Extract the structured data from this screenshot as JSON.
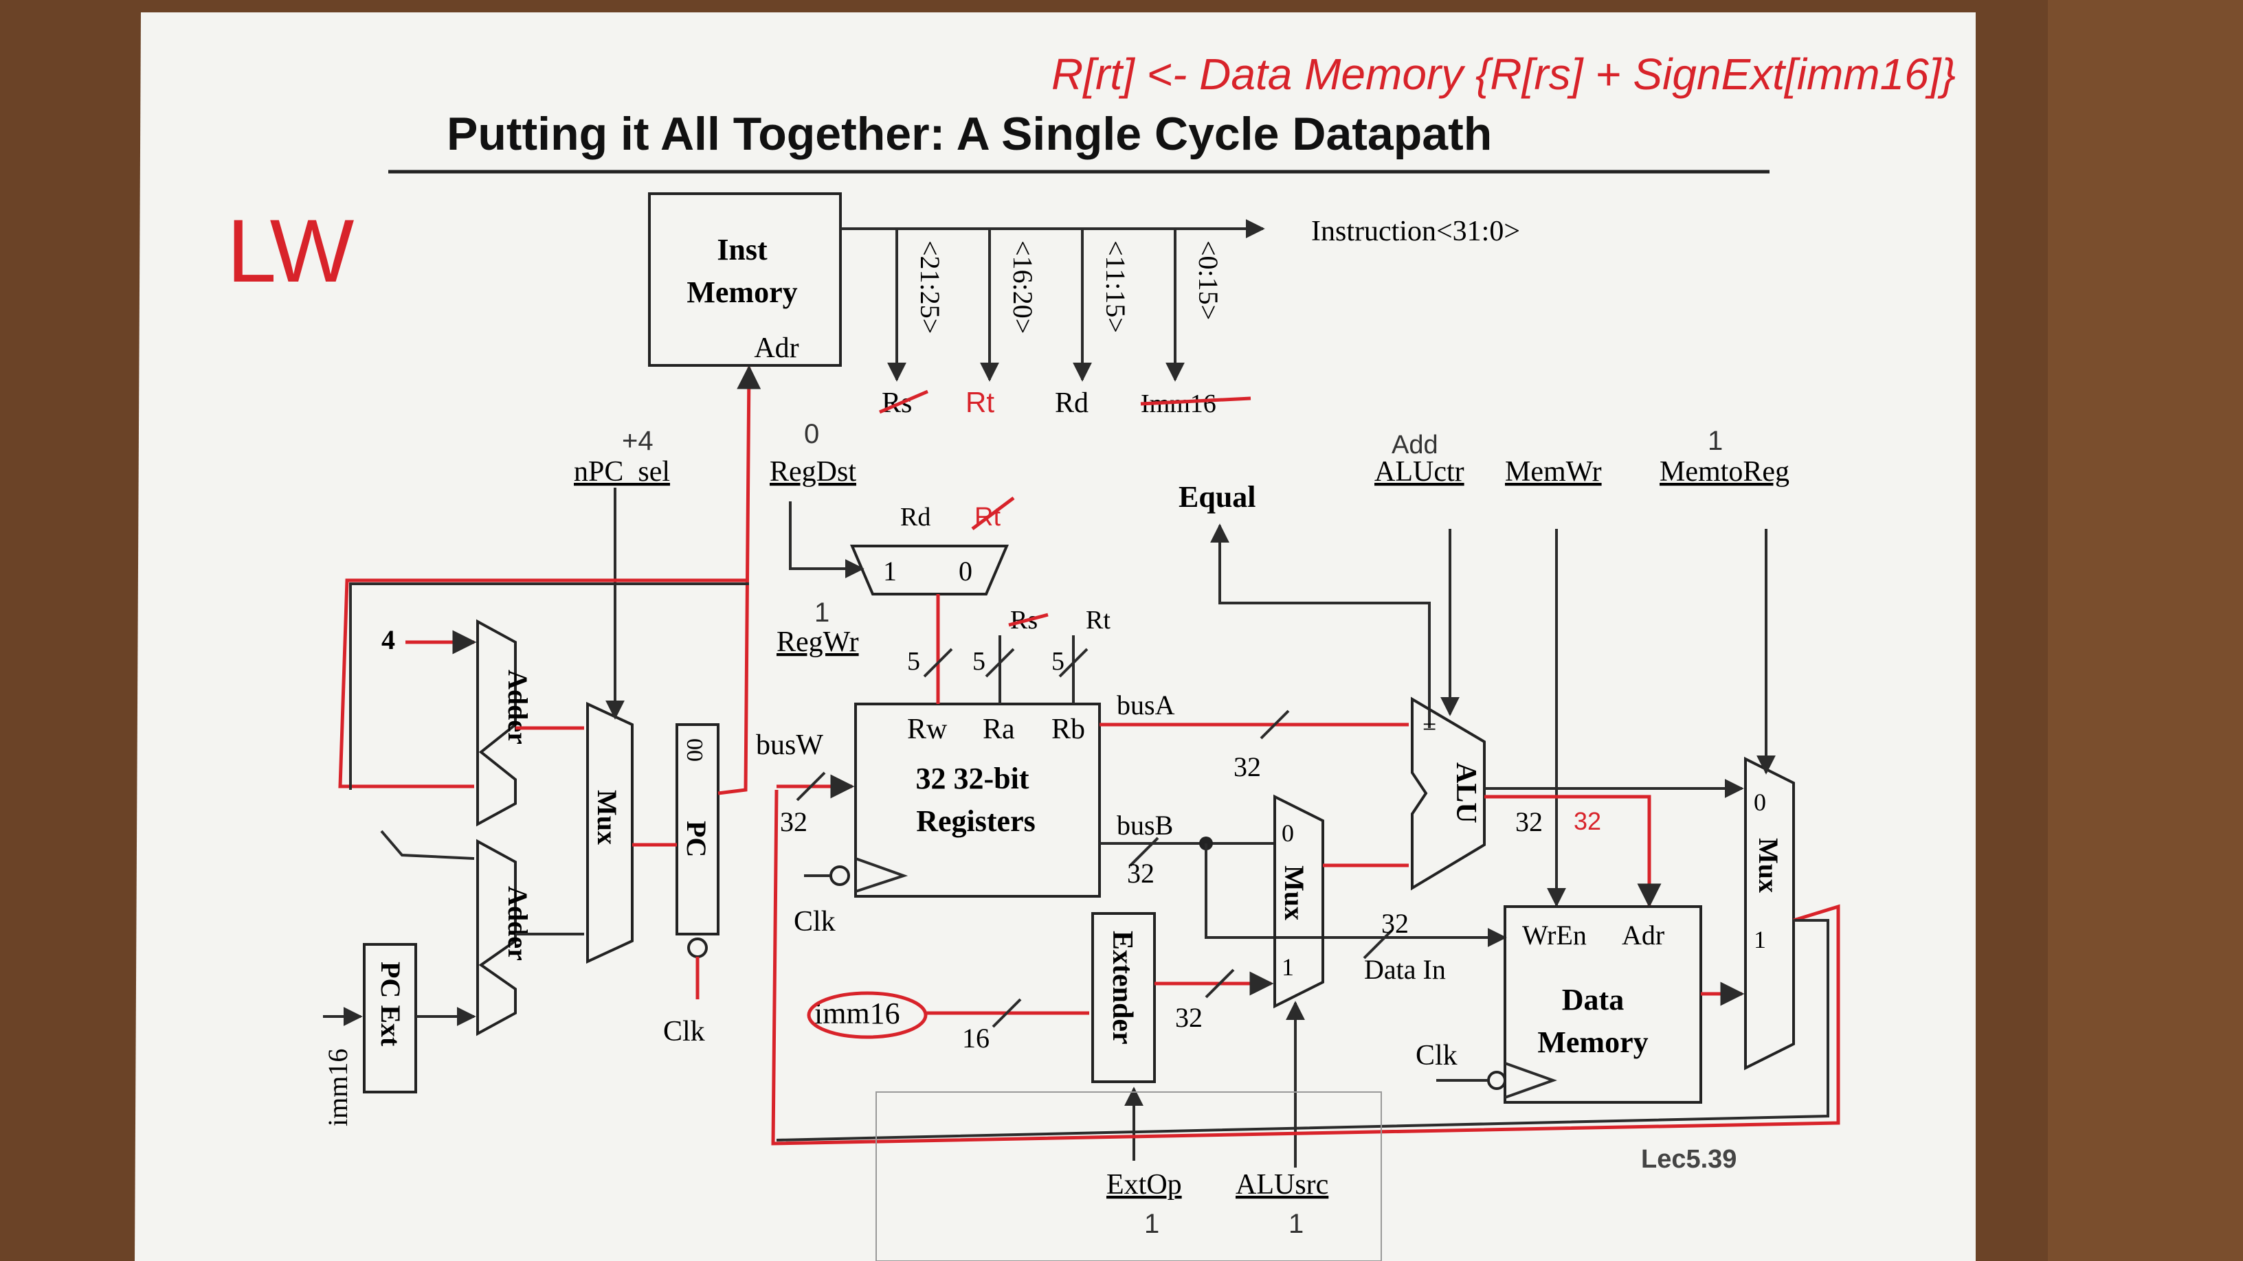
{
  "title": "Putting it All Together: A Single Cycle Datapath",
  "annotation_top": "R[rt] <- Data Memory {R[rs] + SignExt[imm16]}",
  "annotation_lw": "LW",
  "inst_memory": {
    "line1": "Inst",
    "line2": "Memory",
    "adr": "Adr"
  },
  "instruction_bus": "Instruction<31:0>",
  "fields": [
    "<21:25>",
    "<16:20>",
    "<11:15>",
    "<0:15>"
  ],
  "field_names": {
    "rs": "Rs",
    "rt": "Rt",
    "rd": "Rd",
    "imm16": "Imm16"
  },
  "controls": {
    "npc_sel": "nPC_sel",
    "npc_sel_value": "+4",
    "regdst": "RegDst",
    "regdst_value": "0",
    "regwr": "RegWr",
    "regwr_value": "1",
    "equal": "Equal",
    "aluctr": "ALUctr",
    "aluctr_value": "Add",
    "memwr": "MemWr",
    "memtoreg": "MemtoReg",
    "memtoreg_value": "1",
    "extop": "ExtOp",
    "extop_value": "1",
    "alusrc": "ALUsrc",
    "alusrc_value": "1"
  },
  "regdst_mux": {
    "rd": "Rd",
    "rt": "Rt",
    "one": "1",
    "zero": "0"
  },
  "reg_inputs": {
    "rs": "Rs",
    "rt": "Rt",
    "five_a": "5",
    "five_b": "5",
    "five_c": "5"
  },
  "registers": {
    "rw": "Rw",
    "ra": "Ra",
    "rb": "Rb",
    "line1": "32 32-bit",
    "line2": "Registers",
    "clk": "Clk"
  },
  "buses": {
    "busA": "busA",
    "busB": "busB",
    "busW": "busW"
  },
  "widths": {
    "w32_a": "32",
    "w32_b": "32",
    "w32_c": "32",
    "w32_d": "32",
    "w32_e": "32",
    "w32_f": "32",
    "w16": "16",
    "w32_hand": "32"
  },
  "adder_labels": {
    "four": "4",
    "adder1": "Adder",
    "adder2": "Adder"
  },
  "pc_block": {
    "mux": "Mux",
    "pc": "PC",
    "pc_bits": "00",
    "clk": "Clk",
    "pcext": "PC Ext",
    "imm16": "imm16"
  },
  "extender": {
    "label": "Extender",
    "imm16": "imm16",
    "w16": "16"
  },
  "alu": {
    "label": "ALU",
    "eq": "="
  },
  "alusrc_mux": {
    "label": "Mux",
    "zero": "0",
    "one": "1"
  },
  "data_memory": {
    "wren": "WrEn",
    "adr": "Adr",
    "line1": "Data",
    "line2": "Memory",
    "data_in": "Data In",
    "clk": "Clk"
  },
  "memtoreg_mux": {
    "label": "Mux",
    "zero": "0",
    "one": "1"
  },
  "footer": "Lec5.39"
}
